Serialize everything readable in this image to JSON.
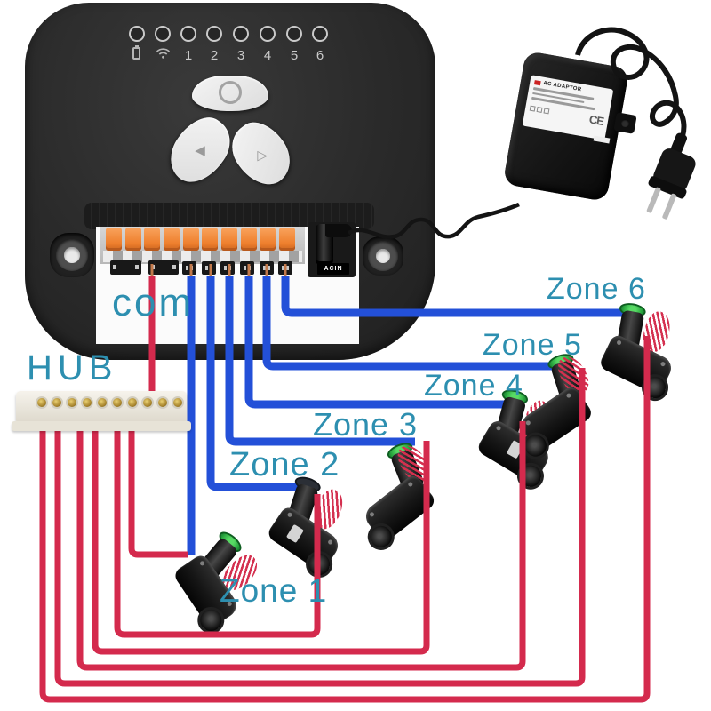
{
  "controller": {
    "status_leds": {
      "icons": [
        "battery-icon",
        "wifi-icon"
      ],
      "zone_numbers": [
        "1",
        "2",
        "3",
        "4",
        "5",
        "6"
      ]
    },
    "terminal_labels": {
      "common": "com",
      "power_jack": "ACIN"
    }
  },
  "hub": {
    "label": "HUB"
  },
  "zones": [
    {
      "label": "Zone 1"
    },
    {
      "label": "Zone 2"
    },
    {
      "label": "Zone 3"
    },
    {
      "label": "Zone 4"
    },
    {
      "label": "Zone 5"
    },
    {
      "label": "Zone 6"
    }
  ],
  "adapter": {
    "title": "AC ADAPTOR",
    "ce_mark": "CE"
  },
  "wiring": {
    "zone_wire_color": "#2350d8",
    "zone_wire_color_name": "blue",
    "common_wire_color": "#d42a4d",
    "common_wire_color_name": "red",
    "label_text_color": "#2d8fb0",
    "connections": [
      {
        "from": "controller terminal 1",
        "to": "Zone 1 valve",
        "wire": "blue"
      },
      {
        "from": "controller terminal 2",
        "to": "Zone 2 valve",
        "wire": "blue"
      },
      {
        "from": "controller terminal 3",
        "to": "Zone 3 valve",
        "wire": "blue"
      },
      {
        "from": "controller terminal 4",
        "to": "Zone 4 valve",
        "wire": "blue"
      },
      {
        "from": "controller terminal 5",
        "to": "Zone 5 valve",
        "wire": "blue"
      },
      {
        "from": "controller terminal 6",
        "to": "Zone 6 valve",
        "wire": "blue"
      },
      {
        "from": "controller com terminal",
        "to": "HUB",
        "wire": "red"
      },
      {
        "from": "HUB",
        "to": "Zone 1 valve",
        "wire": "red"
      },
      {
        "from": "HUB",
        "to": "Zone 2 valve",
        "wire": "red"
      },
      {
        "from": "HUB",
        "to": "Zone 3 valve",
        "wire": "red"
      },
      {
        "from": "HUB",
        "to": "Zone 4 valve",
        "wire": "red"
      },
      {
        "from": "HUB",
        "to": "Zone 5 valve",
        "wire": "red"
      },
      {
        "from": "HUB",
        "to": "Zone 6 valve",
        "wire": "red"
      }
    ]
  }
}
